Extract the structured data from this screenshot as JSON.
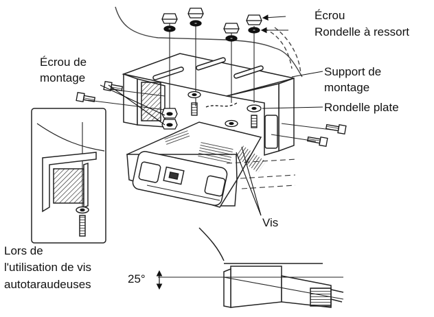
{
  "labels": {
    "nut": "Écrou",
    "spring_washer": "Rondelle à ressort",
    "mounting_nut_line1": "Écrou de",
    "mounting_nut_line2": "montage",
    "mounting_bracket_line1": "Support de",
    "mounting_bracket_line2": "montage",
    "flat_washer": "Rondelle plate",
    "screw": "Vis",
    "self_tapping_line1": "Lors de",
    "self_tapping_line2": "l'utilisation de vis",
    "self_tapping_line3": "autotaraudeuses",
    "angle": "25°"
  }
}
